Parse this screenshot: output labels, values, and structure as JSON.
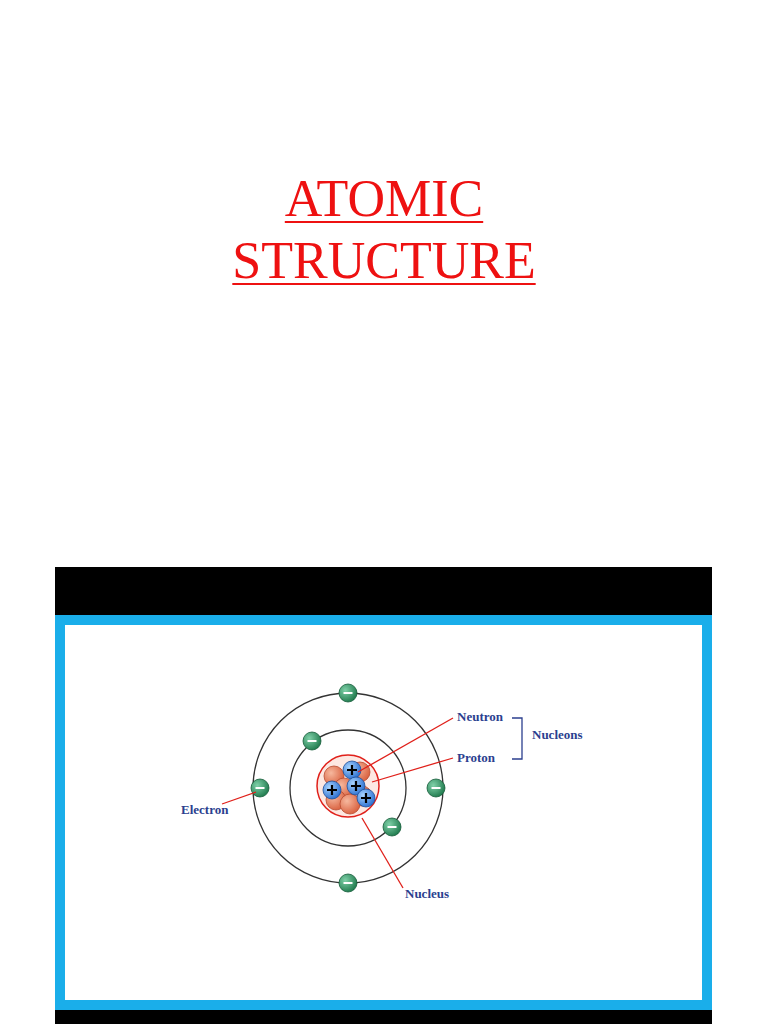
{
  "diagram": {
    "title": "ATOMIC STRUCTURE",
    "labels": [
      "Neutron",
      "Nucleons",
      "Proton",
      "Electron",
      "Nucleus"
    ]
  }
}
